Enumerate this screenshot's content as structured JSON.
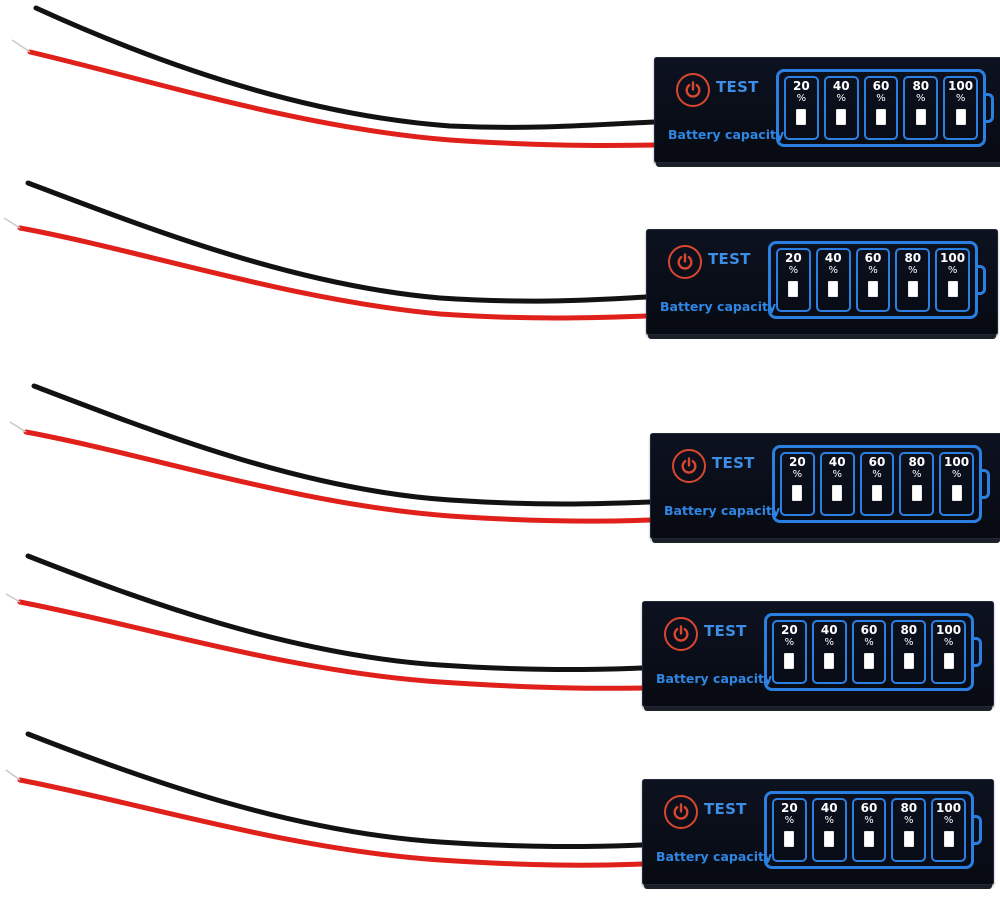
{
  "product": {
    "button_label": "TEST",
    "caption": "Battery capacity",
    "levels": [
      {
        "value": "20",
        "unit": "%"
      },
      {
        "value": "40",
        "unit": "%"
      },
      {
        "value": "60",
        "unit": "%"
      },
      {
        "value": "80",
        "unit": "%"
      },
      {
        "value": "100",
        "unit": "%"
      }
    ],
    "colors": {
      "board": "#0a0e18",
      "accent_blue": "#2a7fe0",
      "power_red": "#d9472e",
      "wire_black": "#121212",
      "wire_red": "#e0201a"
    },
    "icons": [
      "power-icon",
      "battery-icon"
    ]
  }
}
